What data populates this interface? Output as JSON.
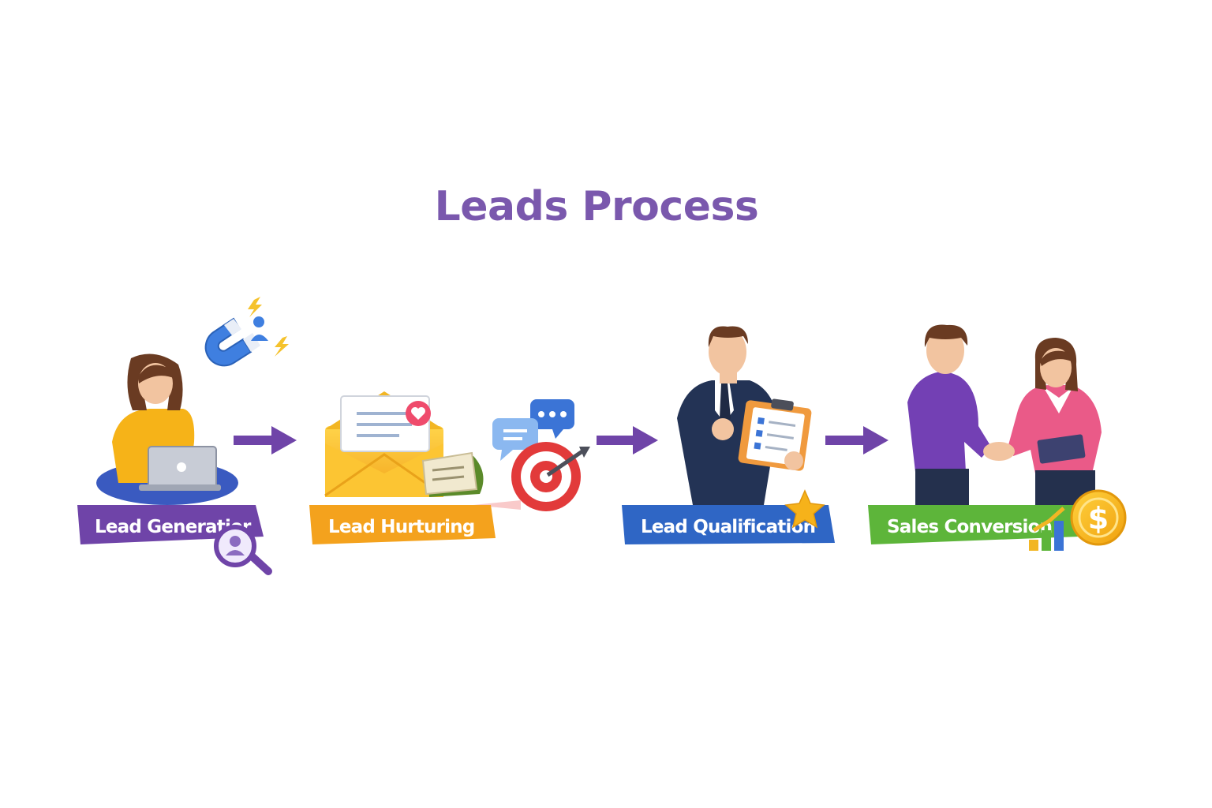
{
  "title": "Leads Process",
  "steps": [
    {
      "label": "Lead Generatior",
      "color": "#6f44a8",
      "icon": "person-laptop-magnet-icon"
    },
    {
      "label": "Lead Hurturing",
      "color": "#f4a21d",
      "icon": "envelope-chat-target-icon"
    },
    {
      "label": "Lead Qualification",
      "color": "#2f66c5",
      "icon": "businessman-clipboard-icon"
    },
    {
      "label": "Sales Conversion",
      "color": "#5db53a",
      "icon": "handshake-coin-icon"
    }
  ],
  "colors": {
    "title": "#7a58ad",
    "arrow": "#6f44a8"
  }
}
